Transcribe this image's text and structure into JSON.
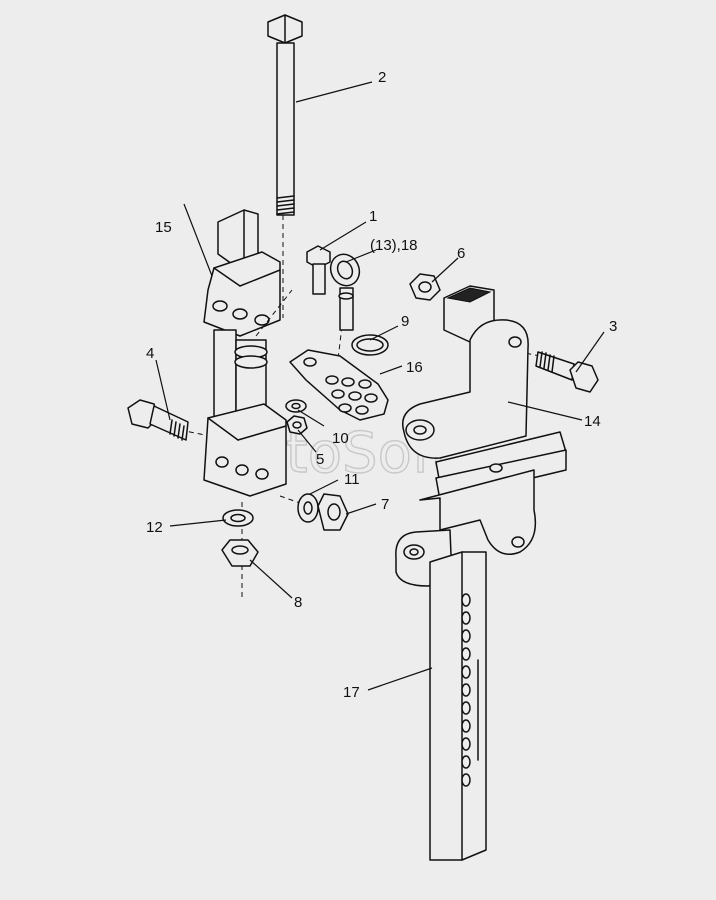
{
  "watermark": "AutoSoft",
  "callouts": {
    "c1": "1",
    "c2": "2",
    "c3": "3",
    "c4": "4",
    "c5": "5",
    "c6": "6",
    "c7": "7",
    "c8": "8",
    "c9": "9",
    "c10": "10",
    "c11": "11",
    "c12": "12",
    "c13_18": "(13),18",
    "c14": "14",
    "c15": "15",
    "c16": "16",
    "c17": "17"
  }
}
